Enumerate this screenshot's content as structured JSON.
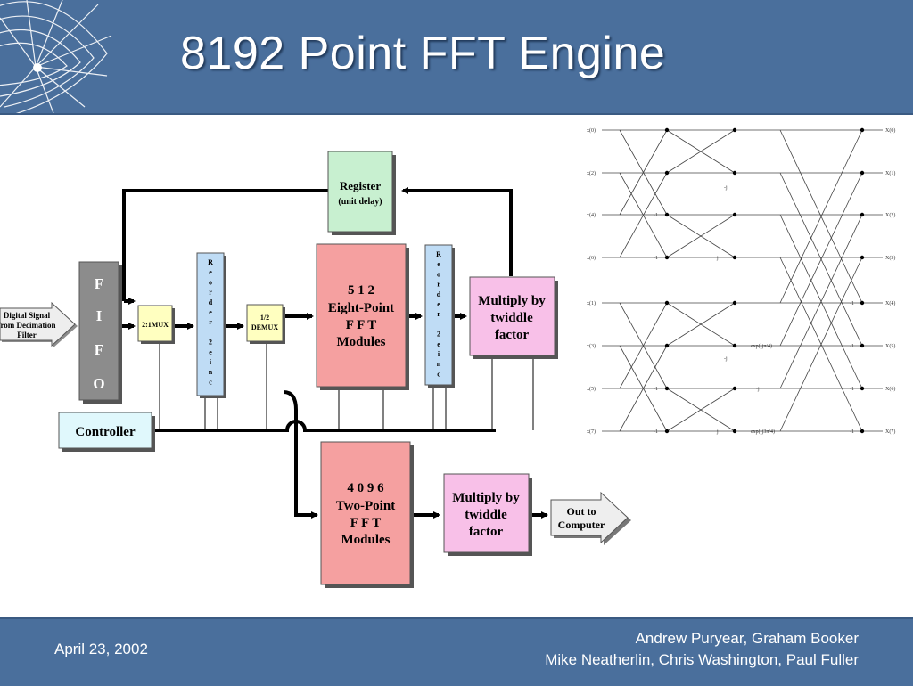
{
  "slide": {
    "title": "8192 Point FFT Engine",
    "date": "April 23, 2002",
    "authors_line1": "Andrew Puryear, Graham Booker",
    "authors_line2": "Mike Neatherlin, Chris Washington, Paul Fuller"
  },
  "diagram": {
    "input_arrow": [
      "Digital Signal",
      "from Decimation",
      "Filter"
    ],
    "fifo": [
      "F",
      "I",
      "F",
      "O"
    ],
    "mux1": "2:1MUX",
    "reorder": [
      "R",
      "e",
      "o",
      "r",
      "d",
      "e",
      "r",
      "",
      "2",
      "e",
      "i",
      "n",
      "c"
    ],
    "demux": [
      "1/2",
      "DEMUX"
    ],
    "register": [
      "Register",
      "(unit delay)"
    ],
    "eight_point": [
      "5 1 2",
      "Eight-Point",
      "F F T",
      "Modules"
    ],
    "multiply1": [
      "Multiply by",
      "twiddle",
      "factor"
    ],
    "controller": "Controller",
    "two_point": [
      "4 0 9 6",
      "Two-Point",
      "F F T",
      "Modules"
    ],
    "multiply2": [
      "Multiply by",
      "twiddle",
      "factor"
    ],
    "output_arrow": [
      "Out to",
      "Computer"
    ]
  },
  "butterfly": {
    "inputs": [
      "x(0)",
      "x(2)",
      "x(4)",
      "x(6)",
      "x(1)",
      "x(3)",
      "x(5)",
      "x(7)"
    ],
    "outputs": [
      "X(0)",
      "X(1)",
      "X(2)",
      "X(3)",
      "X(4)",
      "X(5)",
      "X(6)",
      "X(7)"
    ],
    "weights_stage1": [
      "-1",
      "-1",
      "-1",
      "-1"
    ],
    "weights_stage2": [
      "-j",
      "j",
      "-j",
      "j"
    ],
    "twiddles": [
      "exp(-jπ/4)",
      "-j",
      "exp(-j3π/4)"
    ],
    "weights_stage3": [
      "-1",
      "-1",
      "-1",
      "-1"
    ]
  }
}
